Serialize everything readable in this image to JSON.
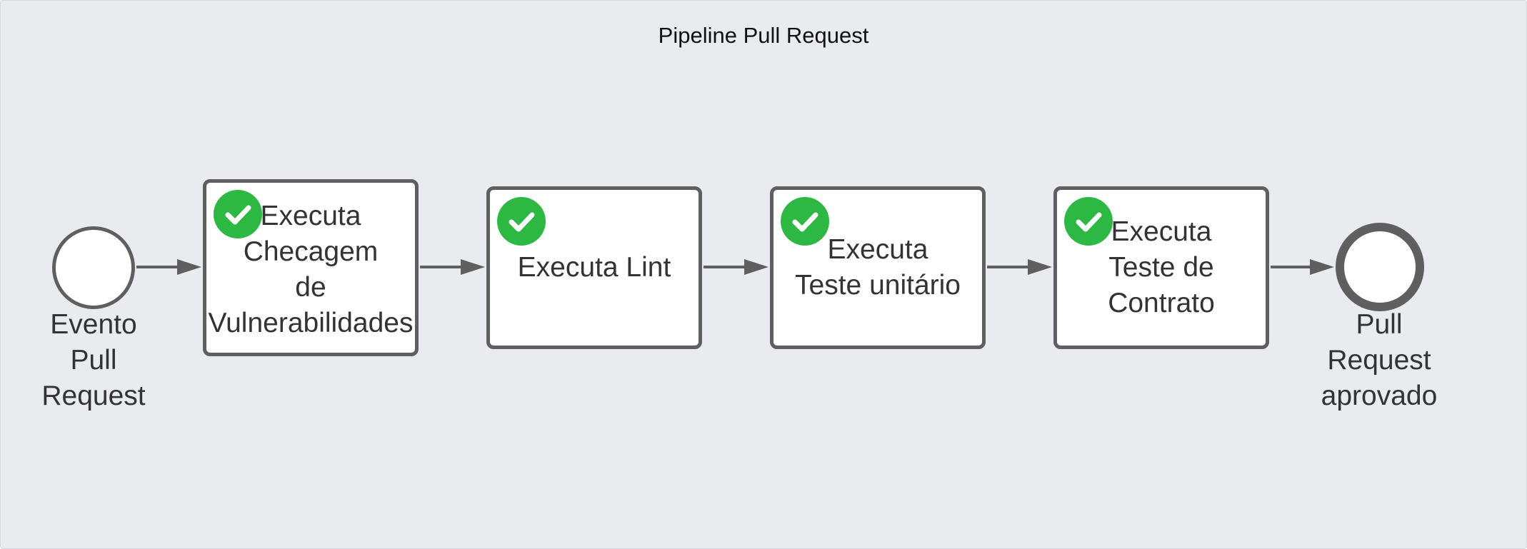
{
  "title": "Pipeline Pull Request",
  "start_event": {
    "label": "Evento\nPull\nRequest"
  },
  "end_event": {
    "label": "Pull\nRequest\naprovado"
  },
  "tasks": [
    {
      "label": "Executa\nChecagem\nde\nVulnerabilidades",
      "status": "completed",
      "status_icon": "check-icon"
    },
    {
      "label": "Executa Lint",
      "status": "completed",
      "status_icon": "check-icon"
    },
    {
      "label": "Executa\nTeste unitário",
      "status": "completed",
      "status_icon": "check-icon"
    },
    {
      "label": "Executa\nTeste de\nContrato",
      "status": "completed",
      "status_icon": "check-icon"
    }
  ],
  "colors": {
    "background": "#e9ebef",
    "stroke": "#5f5f5f",
    "check": "#2db843",
    "text": "#333333"
  }
}
